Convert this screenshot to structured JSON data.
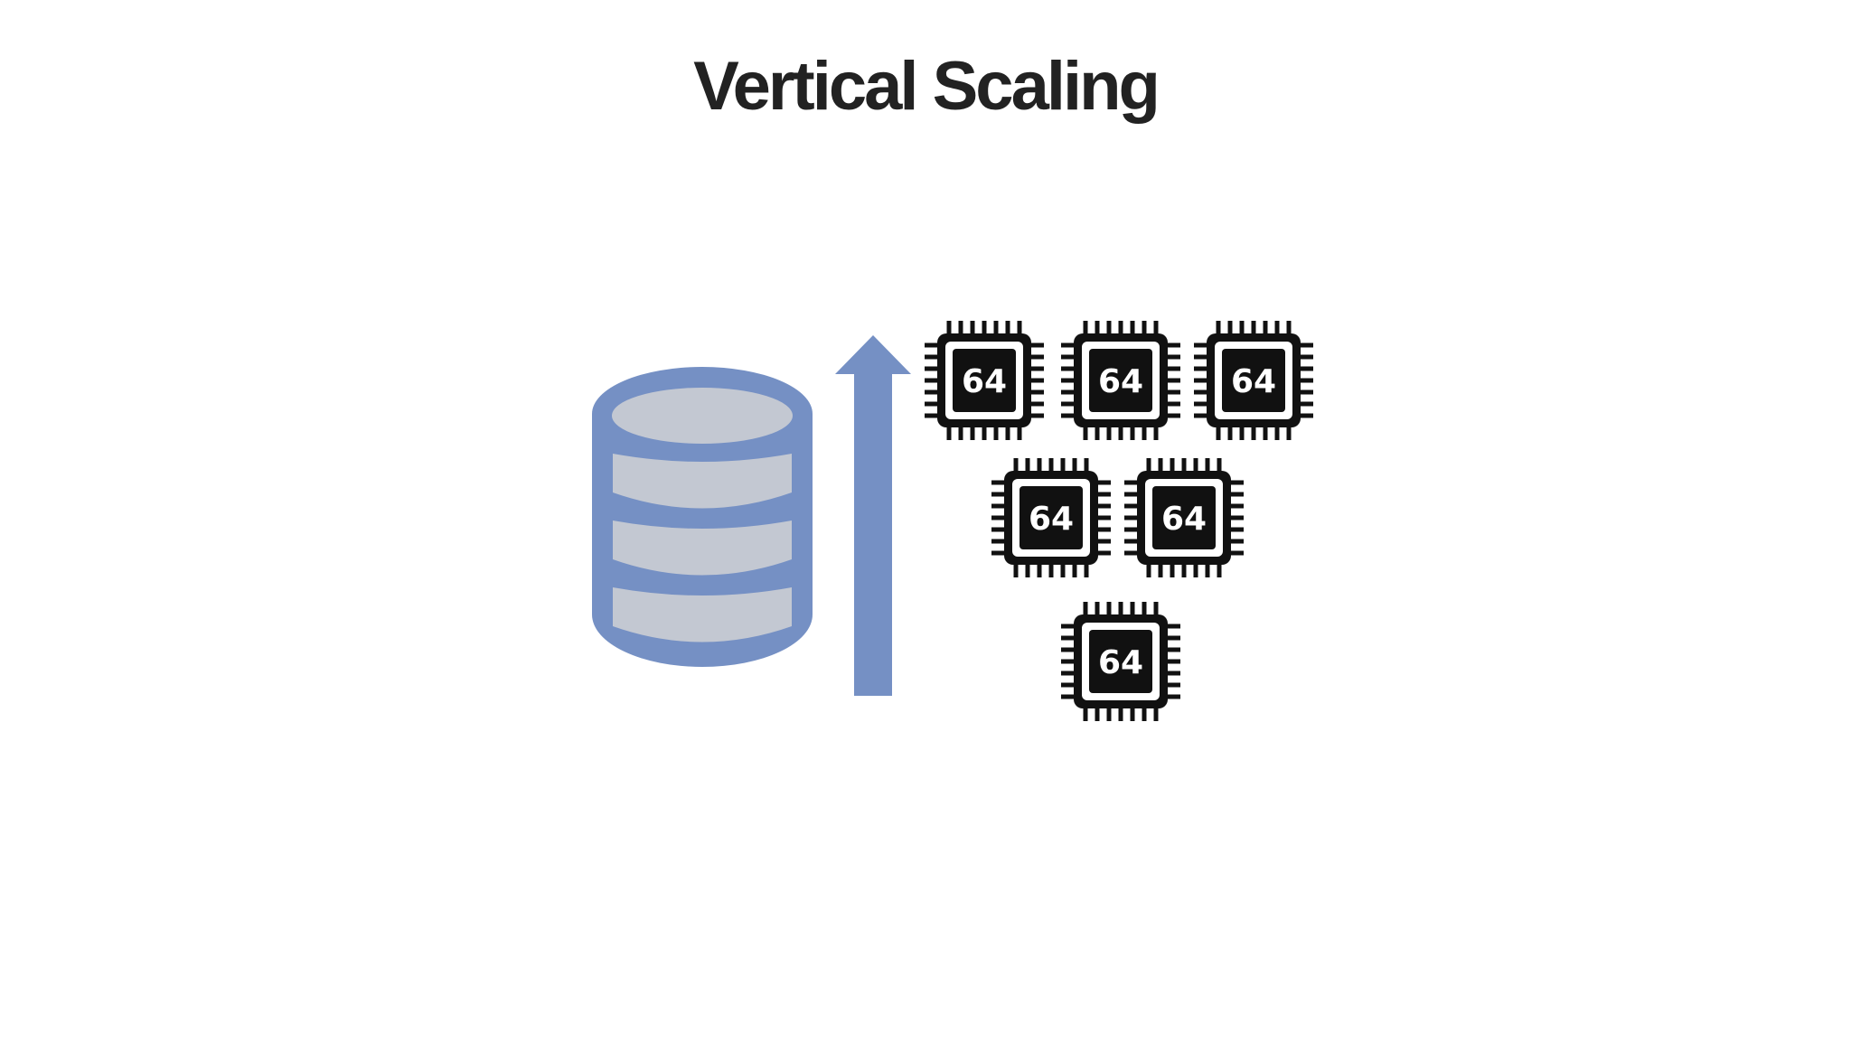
{
  "slide": {
    "title": "Vertical Scaling"
  },
  "diagram": {
    "database_icon": "database-icon",
    "arrow_icon": "arrow-up-icon",
    "cpu_icon": "cpu-chip-icon",
    "cpu_rows": [
      [
        "64",
        "64",
        "64"
      ],
      [
        "64",
        "64"
      ],
      [
        "64"
      ]
    ],
    "colors": {
      "accent": "#7590c4",
      "disk": "#c3c8d2",
      "chip": "#111111",
      "title": "#222222"
    }
  }
}
